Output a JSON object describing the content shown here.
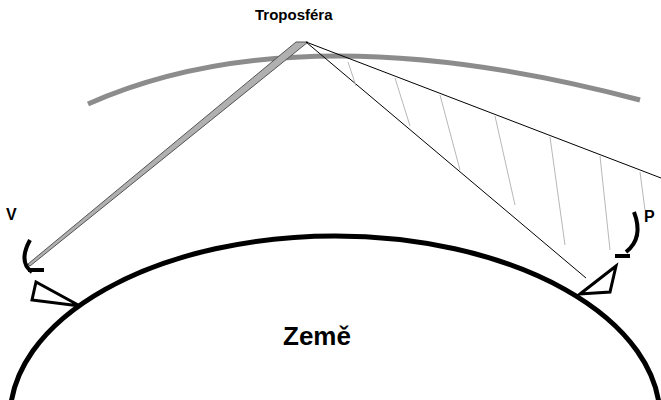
{
  "diagram": {
    "nodes": [
      {
        "text": [
          "Země"
        ]
      }
    ],
    "labels": [
      "Troposféra",
      "V",
      "P"
    ]
  }
}
